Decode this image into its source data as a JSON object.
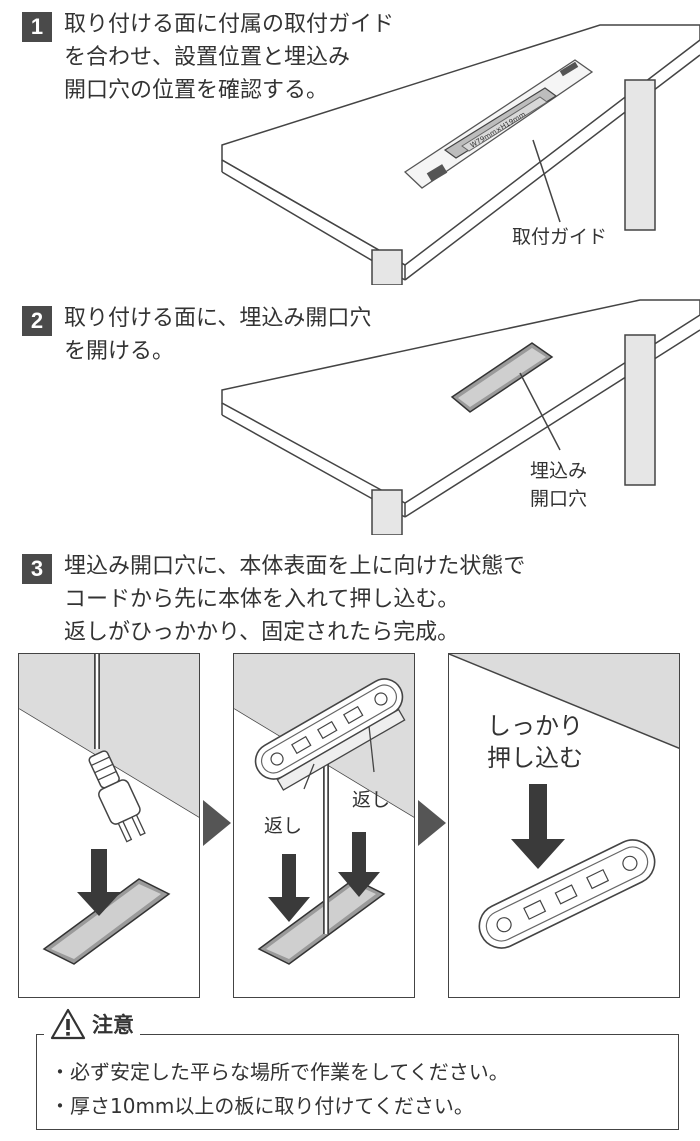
{
  "steps": [
    {
      "number": "1",
      "text": "取り付ける面に付属の取付ガイド\nを合わせ、設置位置と埋込み\n開口穴の位置を確認する。"
    },
    {
      "number": "2",
      "text": "取り付ける面に、埋込み開口穴\nを開ける。"
    },
    {
      "number": "3",
      "text": "埋込み開口穴に、本体表面を上に向けた状態で\nコードから先に本体を入れて押し込む。\n返しがひっかかり、固定されたら完成。"
    }
  ],
  "callouts": {
    "guide": "取付ガイド",
    "hole_line1": "埋込み",
    "hole_line2": "開口穴",
    "barb_left": "返し",
    "barb_right": "返し",
    "press_line1": "しっかり",
    "press_line2": "押し込む"
  },
  "guide_print": "W79mm×H19mm",
  "caution": {
    "title": "注意",
    "items": [
      "・必ず安定した平らな場所で作業をしてください。",
      "・厚さ10mm以上の板に取り付けてください。"
    ]
  }
}
